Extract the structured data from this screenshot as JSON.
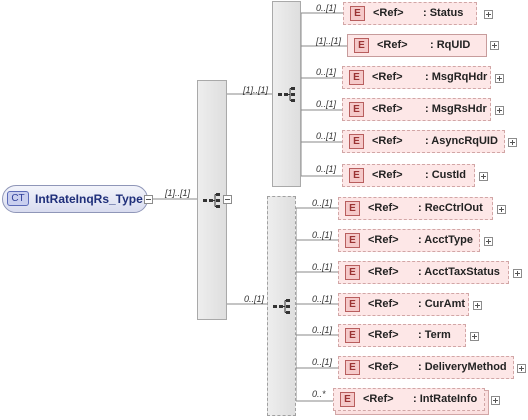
{
  "complex_type": {
    "badge": "CT",
    "name": "IntRateInqRs_Type"
  },
  "root_cardinality": "[1]..[1]",
  "upper_sequence_cardinality": "[1]..[1]",
  "lower_sequence_cardinality": "0..[1]",
  "element_badge": "E",
  "ref_label": "<Ref>",
  "upper_elements": [
    {
      "name": ": Status",
      "cardinality": "0..[1]"
    },
    {
      "name": ": RqUID",
      "cardinality": "[1]..[1]"
    },
    {
      "name": ": MsgRqHdr",
      "cardinality": "0..[1]"
    },
    {
      "name": ": MsgRsHdr",
      "cardinality": "0..[1]"
    },
    {
      "name": ": AsyncRqUID",
      "cardinality": "0..[1]"
    },
    {
      "name": ": CustId",
      "cardinality": "0..[1]"
    }
  ],
  "lower_elements": [
    {
      "name": ": RecCtrlOut",
      "cardinality": "0..[1]"
    },
    {
      "name": ": AcctType",
      "cardinality": "0..[1]"
    },
    {
      "name": ": AcctTaxStatus",
      "cardinality": "0..[1]"
    },
    {
      "name": ": CurAmt",
      "cardinality": "0..[1]"
    },
    {
      "name": ": Term",
      "cardinality": "0..[1]"
    },
    {
      "name": ": DeliveryMethod",
      "cardinality": "0..[1]"
    },
    {
      "name": ": IntRateInfo",
      "cardinality": "0..*"
    }
  ]
}
